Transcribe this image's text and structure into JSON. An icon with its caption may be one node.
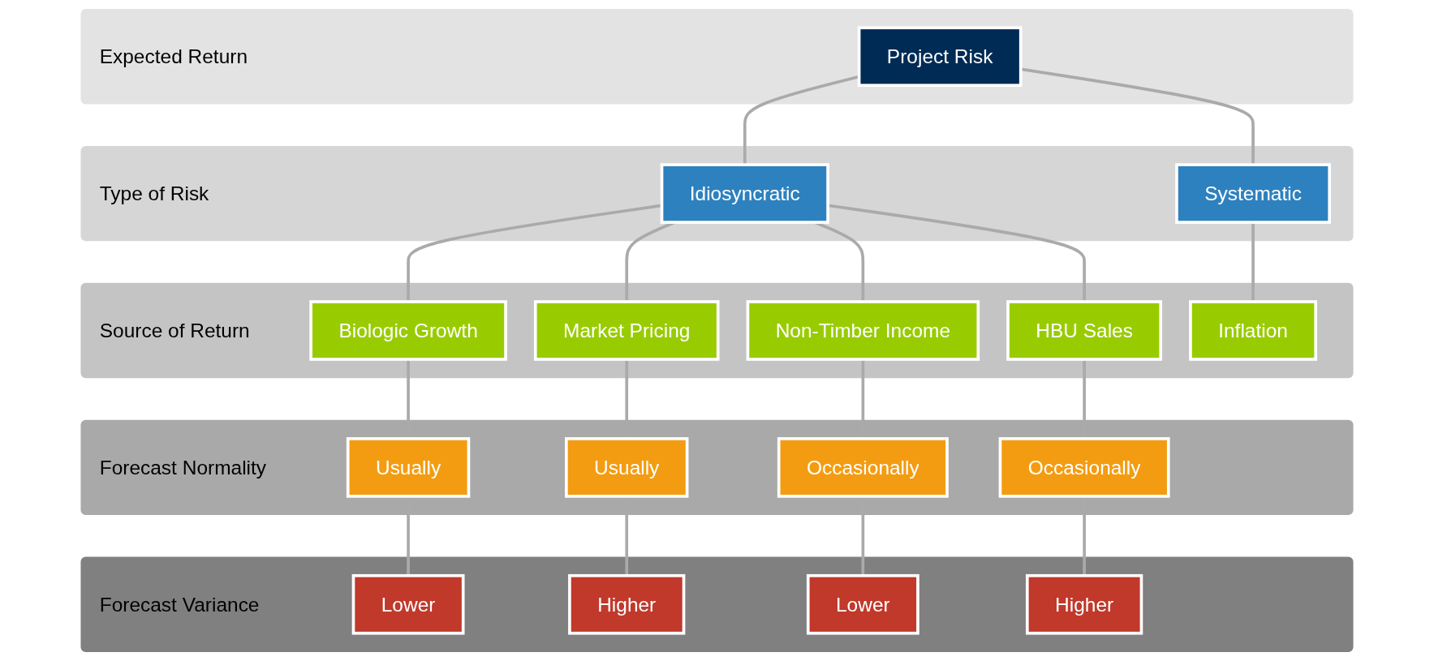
{
  "diagram": {
    "nodes": [
      {
        "text": [
          "Expected Return"
        ]
      },
      {
        "text": [
          "Project Risk"
        ],
        "in": 0
      },
      {
        "text": [
          "Type of Risk"
        ]
      },
      {
        "text": [
          "Idiosyncratic"
        ],
        "in": 2
      },
      {
        "text": [
          "Systematic"
        ],
        "in": 2
      },
      {
        "text": [
          "Source of Return"
        ]
      },
      {
        "text": [
          "Biologic Growth"
        ],
        "in": 5
      },
      {
        "text": [
          "Market Pricing"
        ],
        "in": 5
      },
      {
        "text": [
          "Non-Timber Income"
        ],
        "in": 5
      },
      {
        "text": [
          "HBU Sales"
        ],
        "in": 5
      },
      {
        "text": [
          "Inflation"
        ],
        "in": 5
      },
      {
        "text": [
          "Forecast Normality"
        ]
      },
      {
        "text": [
          "Usually"
        ],
        "in": 11
      },
      {
        "text": [
          "Usually"
        ],
        "in": 11
      },
      {
        "text": [
          "Occasionally"
        ],
        "in": 11
      },
      {
        "text": [
          "Occasionally"
        ],
        "in": 11
      },
      {
        "text": [
          "Forecast Variance"
        ]
      },
      {
        "text": [
          "Lower"
        ],
        "in": 16
      },
      {
        "text": [
          "Higher"
        ],
        "in": 16
      },
      {
        "text": [
          "Lower"
        ],
        "in": 16
      },
      {
        "text": [
          "Higher"
        ],
        "in": 16
      }
    ],
    "edges": [
      {
        "from": 1,
        "to": 3,
        "arrow": "none"
      },
      {
        "from": 1,
        "to": 4,
        "arrow": "none"
      },
      {
        "from": 3,
        "to": 6,
        "arrow": "none"
      },
      {
        "from": 3,
        "to": 7,
        "arrow": "none"
      },
      {
        "from": 3,
        "to": 8,
        "arrow": "none"
      },
      {
        "from": 3,
        "to": 9,
        "arrow": "none"
      },
      {
        "from": 4,
        "to": 10,
        "arrow": "none"
      },
      {
        "from": 6,
        "to": 12,
        "arrow": "none"
      },
      {
        "from": 7,
        "to": 13,
        "arrow": "none"
      },
      {
        "from": 8,
        "to": 14,
        "arrow": "none"
      },
      {
        "from": 9,
        "to": 15,
        "arrow": "none"
      },
      {
        "from": 12,
        "to": 17,
        "arrow": "none"
      },
      {
        "from": 13,
        "to": 18,
        "arrow": "none"
      },
      {
        "from": 14,
        "to": 19,
        "arrow": "none"
      },
      {
        "from": 15,
        "to": 20,
        "arrow": "none"
      }
    ]
  }
}
